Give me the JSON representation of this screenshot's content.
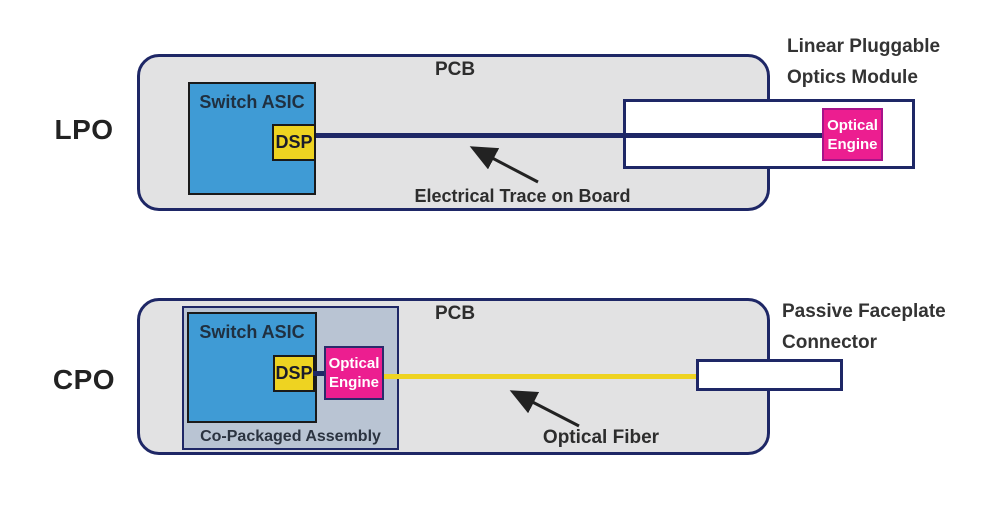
{
  "colors": {
    "navy": "#1e2766",
    "pcb_gray": "#e2e2e3",
    "asic_blue": "#3f9bd5",
    "dsp_yellow": "#eed321",
    "engine_magenta": "#ec1e90",
    "engine_border_lpo": "#a6138a",
    "engine_border_cpo": "#2b2a6b",
    "assembly_blue_gray": "#b9c4d3",
    "fiber_yellow": "#eed321",
    "text_dark": "#2d2d2d",
    "box_border_dark": "#1a1a1a",
    "arrow_dark": "#222222"
  },
  "lpo": {
    "label": "LPO",
    "pcb_label": "PCB",
    "switch_asic_label": "Switch ASIC",
    "dsp_label": "DSP",
    "module_title_line1": "Linear Pluggable",
    "module_title_line2": "Optics Module",
    "optical_engine_line1": "Optical",
    "optical_engine_line2": "Engine",
    "trace_caption": "Electrical Trace on Board"
  },
  "cpo": {
    "label": "CPO",
    "pcb_label": "PCB",
    "switch_asic_label": "Switch ASIC",
    "dsp_label": "DSP",
    "assembly_label": "Co-Packaged Assembly",
    "optical_engine_line1": "Optical",
    "optical_engine_line2": "Engine",
    "connector_title_line1": "Passive Faceplate",
    "connector_title_line2": "Connector",
    "fiber_caption": "Optical Fiber"
  }
}
